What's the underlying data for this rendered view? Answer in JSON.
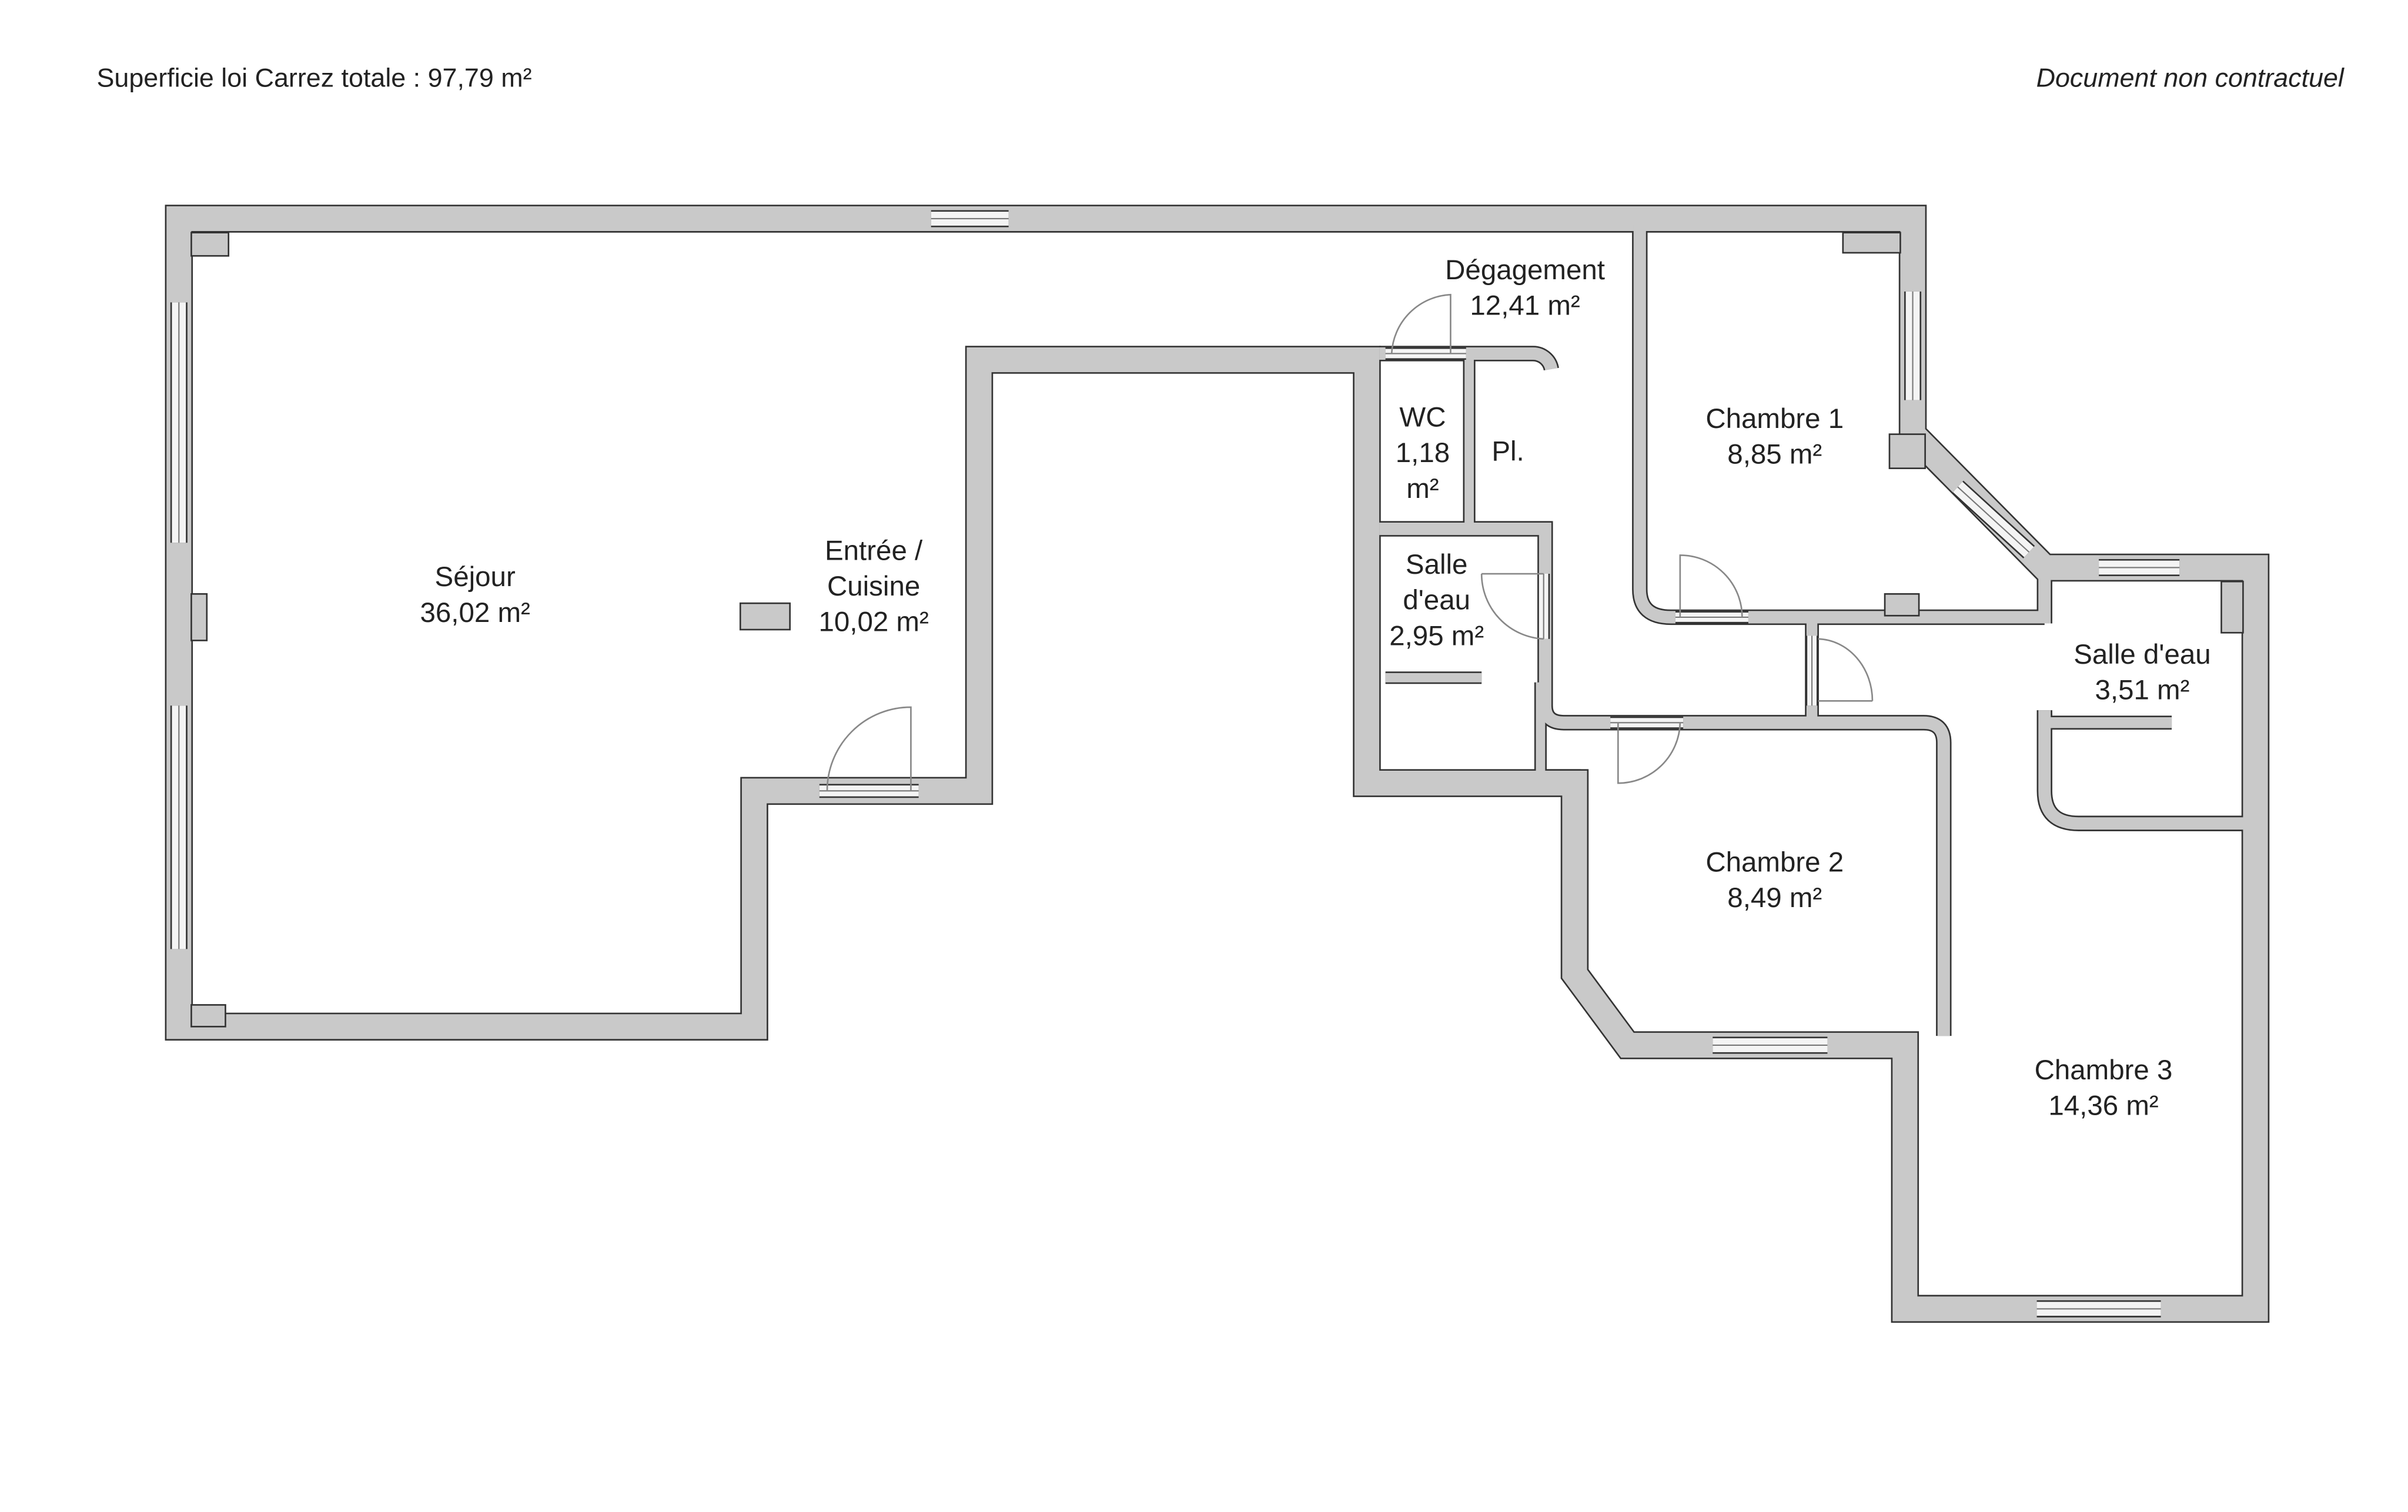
{
  "header": {
    "total_area": "Superficie loi Carrez totale :  97,79 m²",
    "disclaimer": "Document non contractuel"
  },
  "rooms": [
    {
      "name": "Séjour",
      "area": "36,02 m²"
    },
    {
      "name": "Entrée /",
      "name2": "Cuisine",
      "area": "10,02 m²"
    },
    {
      "name": "Dégagement",
      "area": "12,41 m²"
    },
    {
      "name": "WC",
      "area": "1,18",
      "area2": "m²"
    },
    {
      "name": "Pl."
    },
    {
      "name": "Salle",
      "name2": "d'eau",
      "area": "2,95 m²"
    },
    {
      "name": "Chambre 1",
      "area": "8,85 m²"
    },
    {
      "name": "Salle d'eau",
      "area": "3,51 m²"
    },
    {
      "name": "Chambre 2",
      "area": "8,49 m²"
    },
    {
      "name": "Chambre 3",
      "area": "14,36 m²"
    }
  ],
  "colors": {
    "wall": "#c9c9c9",
    "outline": "#333333",
    "door": "#888888"
  }
}
